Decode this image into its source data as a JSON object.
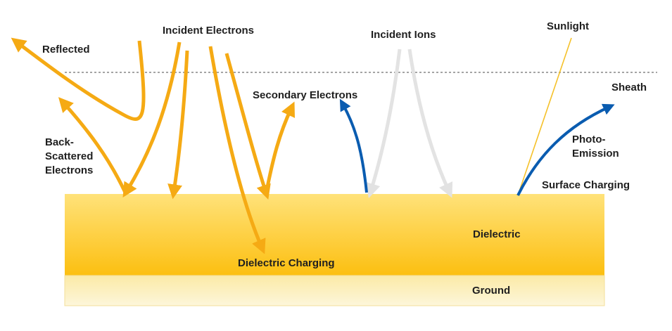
{
  "labels": {
    "incident_electrons": "Incident Electrons",
    "reflected": "Reflected",
    "back_scattered_1": "Back-",
    "back_scattered_2": "Scattered",
    "back_scattered_3": "Electrons",
    "secondary_electrons": "Secondary Electrons",
    "incident_ions": "Incident Ions",
    "sunlight": "Sunlight",
    "sheath": "Sheath",
    "photo_emission_1": "Photo-",
    "photo_emission_2": "Emission",
    "surface_charging": "Surface Charging",
    "dielectric": "Dielectric",
    "dielectric_charging": "Dielectric Charging",
    "ground": "Ground"
  },
  "colors": {
    "electron_arrow": "#f5aa14",
    "photo_arrow": "#0a5cb0",
    "ion_arrow": "#e4e4e4",
    "sunlight_line": "#f5c12a",
    "dielectric_top": "#ffe48a",
    "dielectric_bottom": "#fcc20e",
    "ground_fill": "#fbf0c4",
    "sheath_line": "#666666"
  }
}
